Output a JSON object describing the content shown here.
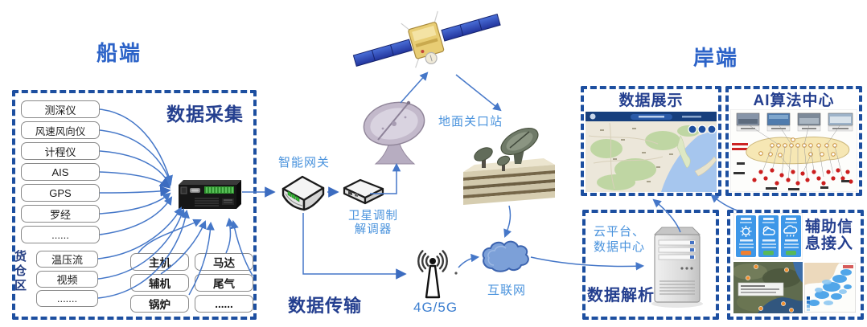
{
  "ship": {
    "title": "船端",
    "collect_title": "数据采集",
    "sensors": [
      "测深仪",
      "风速风向仪",
      "计程仪",
      "AIS",
      "GPS",
      "罗经",
      "......"
    ],
    "cargo_label": "货仓区",
    "cargo_items": [
      "温压流",
      "视频",
      "......."
    ],
    "engines_left": [
      "主机",
      "辅机",
      "锅炉"
    ],
    "engines_right": [
      "马达",
      "尾气",
      "......"
    ]
  },
  "transmission": {
    "gateway_label": "智能网关",
    "modem_label_line1": "卫星调制",
    "modem_label_line2": "解调器",
    "ground_station_label": "地面关口站",
    "transfer_title": "数据传输",
    "cellular_label": "4G/5G",
    "internet_label": "互联网"
  },
  "shore": {
    "title": "岸端",
    "display_panel_title": "数据展示",
    "ai_panel_title": "AI算法中心",
    "cloud_platform_line1": "云平台、",
    "cloud_platform_line2": "数据中心",
    "parse_title": "数据解析",
    "aux_title_line1": "辅助信",
    "aux_title_line2": "息接入"
  },
  "icons": {
    "data_collector": "data-collector-device-icon",
    "gateway": "gateway-device-icon",
    "modem": "satellite-modem-icon",
    "dish": "satellite-dish-icon",
    "satellite": "satellite-icon",
    "ground_station": "ground-station-icon",
    "cellular": "cellular-antenna-icon",
    "cloud": "internet-cloud-icon",
    "server": "server-tower-icon",
    "map": "map-screenshot",
    "ai_image": "ai-analysis-image",
    "weather": "weather-forecast-image",
    "sat_map": "satellite-map-image",
    "precip_map": "precipitation-map-image"
  },
  "colors": {
    "side_title": "#2c63c8",
    "navy_title": "#243f8f",
    "blue_label": "#4a93dd",
    "dash_border": "#1d4fa0",
    "arrow": "#4577c8"
  }
}
